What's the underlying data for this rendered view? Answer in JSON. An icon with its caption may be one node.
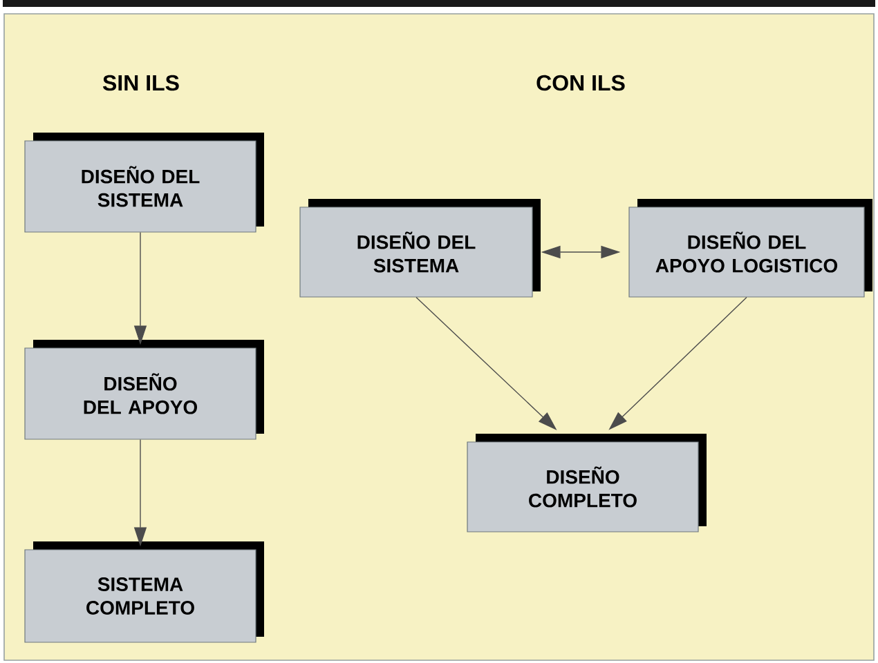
{
  "diagram": {
    "nodes": [
      {
        "text": [
          "DISEÑO DEL SISTEMA"
        ]
      },
      {
        "text": [
          "DISEÑO DEL APOYO"
        ]
      },
      {
        "text": [
          "SISTEMA COMPLETO"
        ]
      },
      {
        "text": [
          "DISEÑO DEL SISTEMA"
        ]
      },
      {
        "text": [
          "DISEÑO DEL APOYO LOGISTICO"
        ]
      },
      {
        "text": [
          "DISEÑO COMPLETO"
        ]
      }
    ],
    "edges": [
      {
        "from": 0,
        "to": 1,
        "arrow": "to"
      },
      {
        "from": 1,
        "to": 2,
        "arrow": "to"
      },
      {
        "from": 3,
        "to": 4,
        "arrow": "both"
      },
      {
        "from": 3,
        "to": 5,
        "arrow": "to"
      },
      {
        "from": 4,
        "to": 5,
        "arrow": "to"
      }
    ],
    "labels": [
      "SIN ILS",
      "CON ILS"
    ]
  }
}
